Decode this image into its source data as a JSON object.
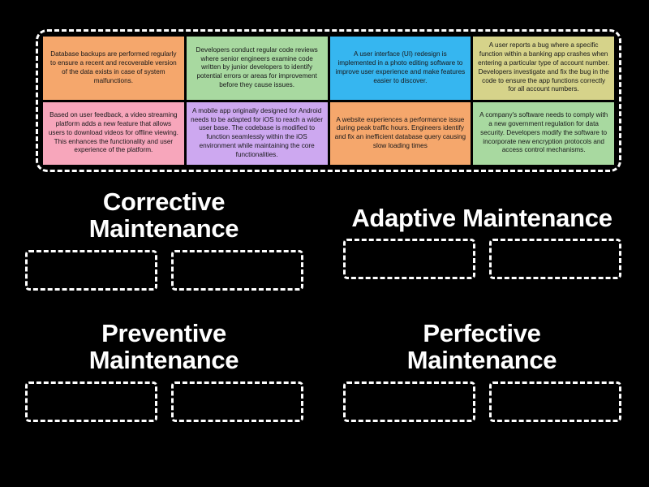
{
  "activity": {
    "type": "group-sort",
    "background_color": "#000000",
    "tray_border_color": "#ffffff",
    "dropzone_border_color": "#ffffff",
    "title_color": "#ffffff"
  },
  "tray": {
    "cards": [
      {
        "id": "card-1",
        "text": "Database backups are performed regularly to ensure a recent and recoverable version of the data exists in case of system malfunctions.",
        "color": "#f5a76c"
      },
      {
        "id": "card-2",
        "text": "Developers conduct regular code reviews where senior engineers examine code written by junior developers to identify potential errors or areas for improvement before they cause issues.",
        "color": "#a8d9a0"
      },
      {
        "id": "card-3",
        "text": "A user interface (UI) redesign is implemented in a photo editing software to improve user experience and make features easier to discover.",
        "color": "#36b6f0"
      },
      {
        "id": "card-4",
        "text": "A user reports a bug where a specific function within a banking app crashes when entering a particular type of account number. Developers investigate and fix the bug in the code to ensure the app functions correctly for all account numbers.",
        "color": "#d6d38a"
      },
      {
        "id": "card-5",
        "text": "Based on user feedback, a video streaming platform adds a new feature that allows users to download videos for offline viewing. This enhances the functionality and user experience of the platform.",
        "color": "#f7a6bb"
      },
      {
        "id": "card-6",
        "text": "A mobile app originally designed for Android needs to be adapted for iOS to reach a wider user base. The codebase is modified to function seamlessly within the iOS environment while maintaining the core functionalities.",
        "color": "#cda8f0"
      },
      {
        "id": "card-7",
        "text": "A website experiences a performance issue during peak traffic hours. Engineers identify and fix an inefficient database query causing slow loading times",
        "color": "#f5a76c"
      },
      {
        "id": "card-8",
        "text": "A company's software needs to comply with a new government regulation for data security. Developers modify the software to incorporate new encryption protocols and access control mechanisms.",
        "color": "#a8d9a0"
      }
    ]
  },
  "groups": [
    {
      "id": "corrective",
      "title": "Corrective\nMaintenance",
      "lines": 2,
      "dropzones": [
        {
          "id": "corrective-slot-1",
          "content": ""
        },
        {
          "id": "corrective-slot-2",
          "content": ""
        }
      ]
    },
    {
      "id": "adaptive",
      "title": "Adaptive Maintenance",
      "lines": 1,
      "dropzones": [
        {
          "id": "adaptive-slot-1",
          "content": ""
        },
        {
          "id": "adaptive-slot-2",
          "content": ""
        }
      ]
    },
    {
      "id": "preventive",
      "title": "Preventive\nMaintenance",
      "lines": 2,
      "dropzones": [
        {
          "id": "preventive-slot-1",
          "content": ""
        },
        {
          "id": "preventive-slot-2",
          "content": ""
        }
      ]
    },
    {
      "id": "perfective",
      "title": "Perfective\nMaintenance",
      "lines": 2,
      "dropzones": [
        {
          "id": "perfective-slot-1",
          "content": ""
        },
        {
          "id": "perfective-slot-2",
          "content": ""
        }
      ]
    }
  ]
}
